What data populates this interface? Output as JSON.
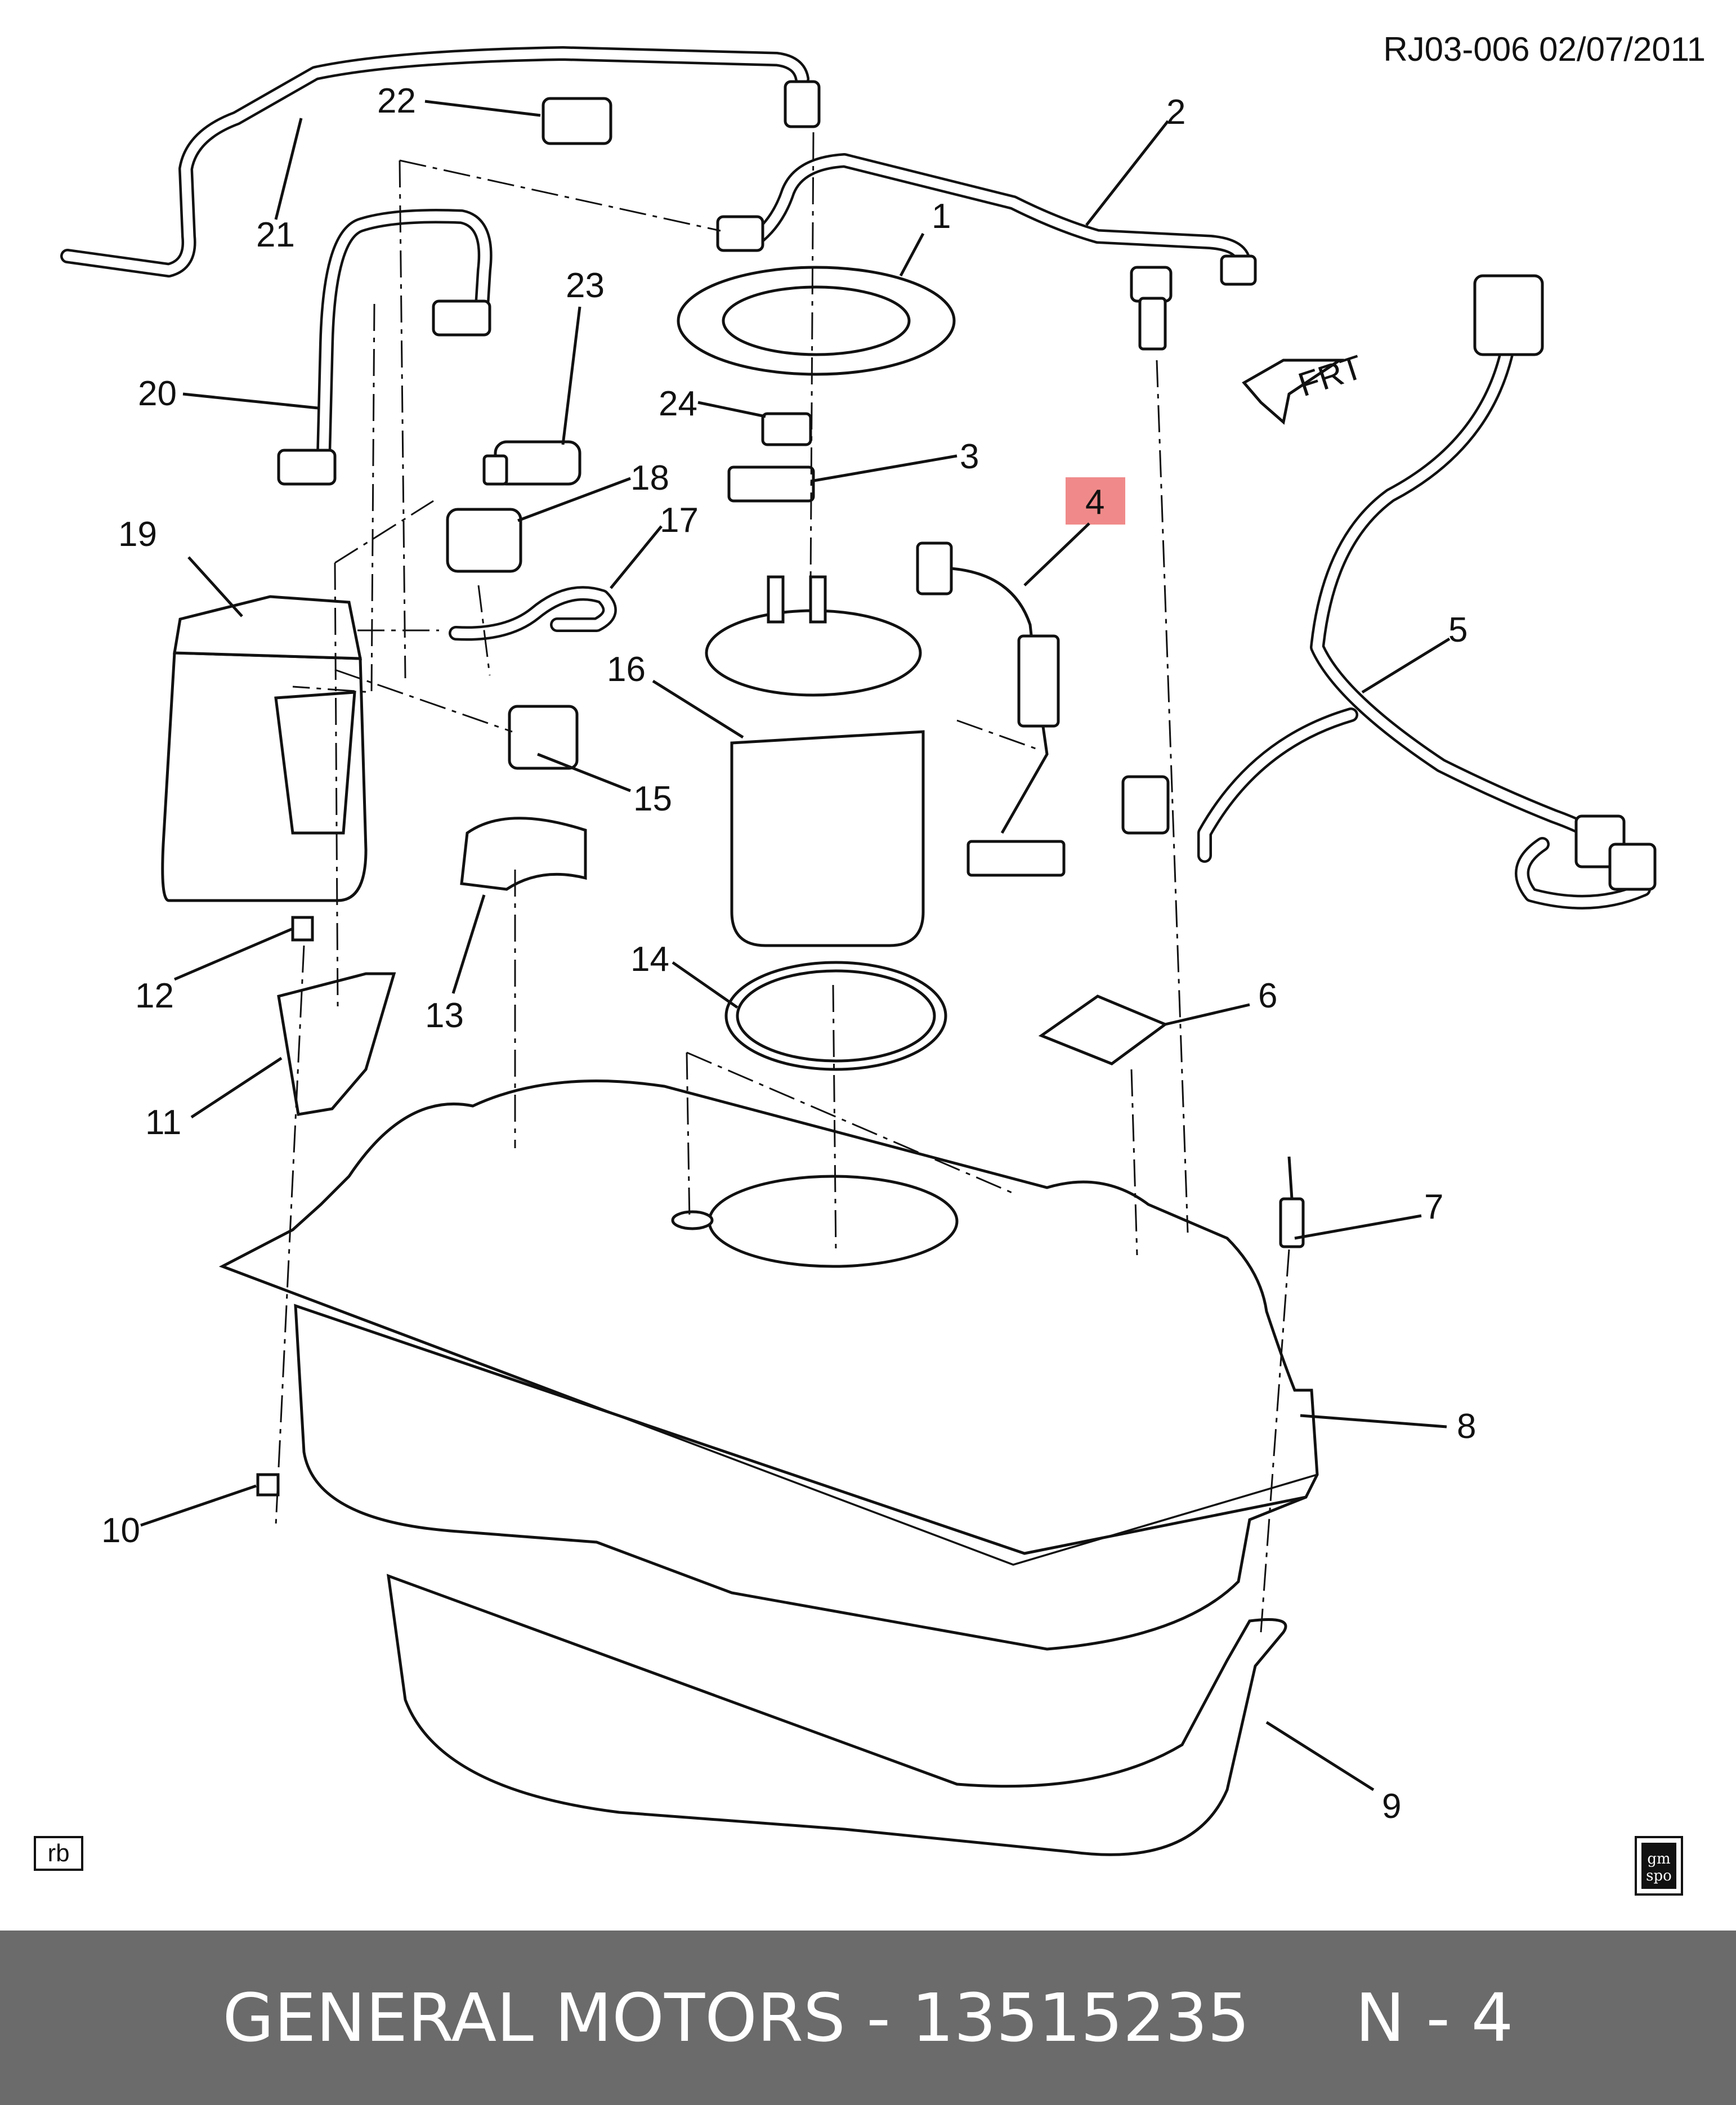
{
  "diagram": {
    "header_code": "RJ03-006  02/07/2011",
    "front_marker": "FRT",
    "highlighted_part": "4",
    "highlight_color": "#f08a8a",
    "corner_badge": "rb",
    "logo_text": "gm spo",
    "callouts": [
      {
        "id": "c1",
        "number": "1"
      },
      {
        "id": "c2",
        "number": "2"
      },
      {
        "id": "c3",
        "number": "3"
      },
      {
        "id": "c4",
        "number": "4"
      },
      {
        "id": "c5",
        "number": "5"
      },
      {
        "id": "c6",
        "number": "6"
      },
      {
        "id": "c7",
        "number": "7"
      },
      {
        "id": "c8",
        "number": "8"
      },
      {
        "id": "c9",
        "number": "9"
      },
      {
        "id": "c10",
        "number": "10"
      },
      {
        "id": "c11",
        "number": "11"
      },
      {
        "id": "c12",
        "number": "12"
      },
      {
        "id": "c13",
        "number": "13"
      },
      {
        "id": "c14",
        "number": "14"
      },
      {
        "id": "c15",
        "number": "15"
      },
      {
        "id": "c16",
        "number": "16"
      },
      {
        "id": "c17",
        "number": "17"
      },
      {
        "id": "c18",
        "number": "18"
      },
      {
        "id": "c19",
        "number": "19"
      },
      {
        "id": "c20",
        "number": "20"
      },
      {
        "id": "c21",
        "number": "21"
      },
      {
        "id": "c22",
        "number": "22"
      },
      {
        "id": "c23",
        "number": "23"
      },
      {
        "id": "c24",
        "number": "24"
      }
    ]
  },
  "footer": {
    "caption": "GENERAL MOTORS - 13515235     N - 4",
    "background": "#6b6b6b"
  }
}
